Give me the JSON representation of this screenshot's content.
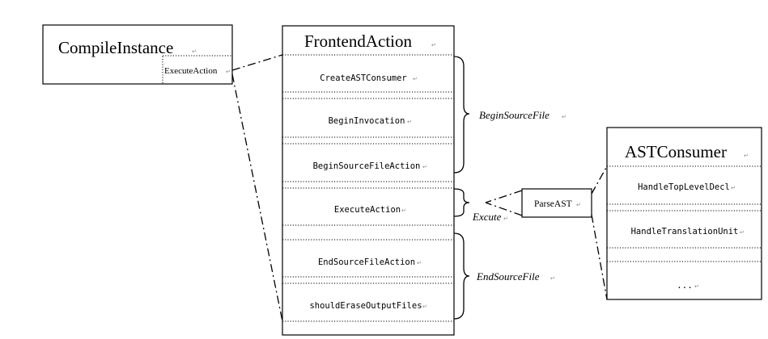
{
  "compile_instance": {
    "title": "CompileInstance",
    "method": "ExecuteAction"
  },
  "frontend_action": {
    "title": "FrontendAction",
    "methods": [
      "CreateASTConsumer",
      "BeginInvocation",
      "BeginSourceFileAction",
      "ExecuteAction",
      "EndSourceFileAction",
      "shouldEraseOutputFiles"
    ]
  },
  "ast_consumer": {
    "title": "ASTConsumer",
    "methods": [
      "HandleTopLevelDecl",
      "HandleTranslationUnit",
      "..."
    ]
  },
  "parse_ast": {
    "label": "ParseAST"
  },
  "brace_labels": {
    "begin": "BeginSourceFile",
    "execute": "Excute",
    "end": "EndSourceFile"
  },
  "paragraph_mark": "↵"
}
